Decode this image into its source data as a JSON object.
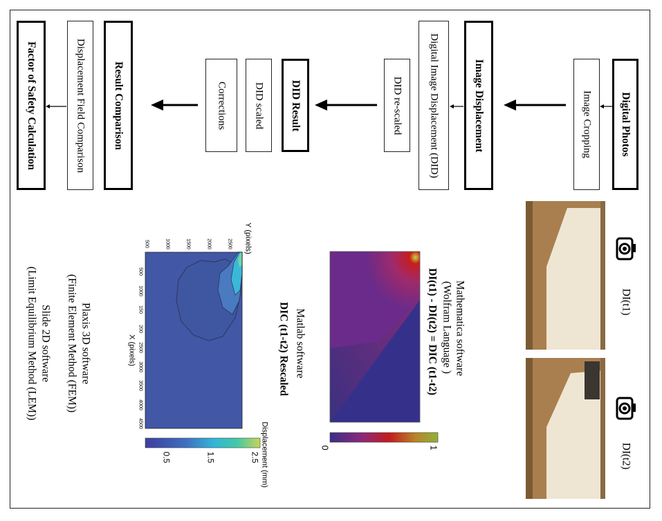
{
  "flow": {
    "digital_photos": "Digital Photos",
    "image_cropping": "Image Cropping",
    "image_displacement": "Image Displacement",
    "did_full": "Digital Image Displacement (DID)",
    "did_rescaled": "DID re-scaled",
    "did_result": "DID Result",
    "did_scaled": "DID scaled",
    "corrections": "Corrections",
    "result_comparison": "Result Comparison",
    "displacement_field_comparison": "Displacement Field Comparison",
    "factor_of_safety": "Factor of Safety Calculation"
  },
  "photos": {
    "label_t1": "DI(t1)",
    "label_t2": "DI(t2)",
    "icon": "camera-icon"
  },
  "mathematica": {
    "line1": "Mathematica software",
    "line2": "(Wolfram Language )",
    "formula": "DI(t1) - DI(t2) = DIC (t1-t2)",
    "scale_min": "0",
    "scale_max": "1"
  },
  "matlab": {
    "line1": "Matlab software",
    "title": "DIC (t1-t2) Rescaled",
    "ylabel": "Y (pixels)",
    "xlabel": "X (pixels)",
    "y_ticks": [
      "500",
      "1000",
      "1500",
      "2000",
      "2500"
    ],
    "x_ticks": [
      "500",
      "1000",
      "150",
      "200",
      "2500",
      "3000",
      "3500",
      "4000",
      "4500"
    ],
    "colorbar_label": "Displacement (mm)",
    "colorbar_ticks": [
      "0.5",
      "1.5",
      "2.5"
    ]
  },
  "software": {
    "plaxis_1": "Plaxis 3D software",
    "plaxis_2": "(Finite Element Method (FEM))",
    "slide_1": "Slide 2D software",
    "slide_2": "(Limit Equilibrium Method (LEM))"
  },
  "colors": {
    "border": "#000000",
    "matlab_bg": "#4257a6",
    "photo_sand": "#a97f4f"
  }
}
